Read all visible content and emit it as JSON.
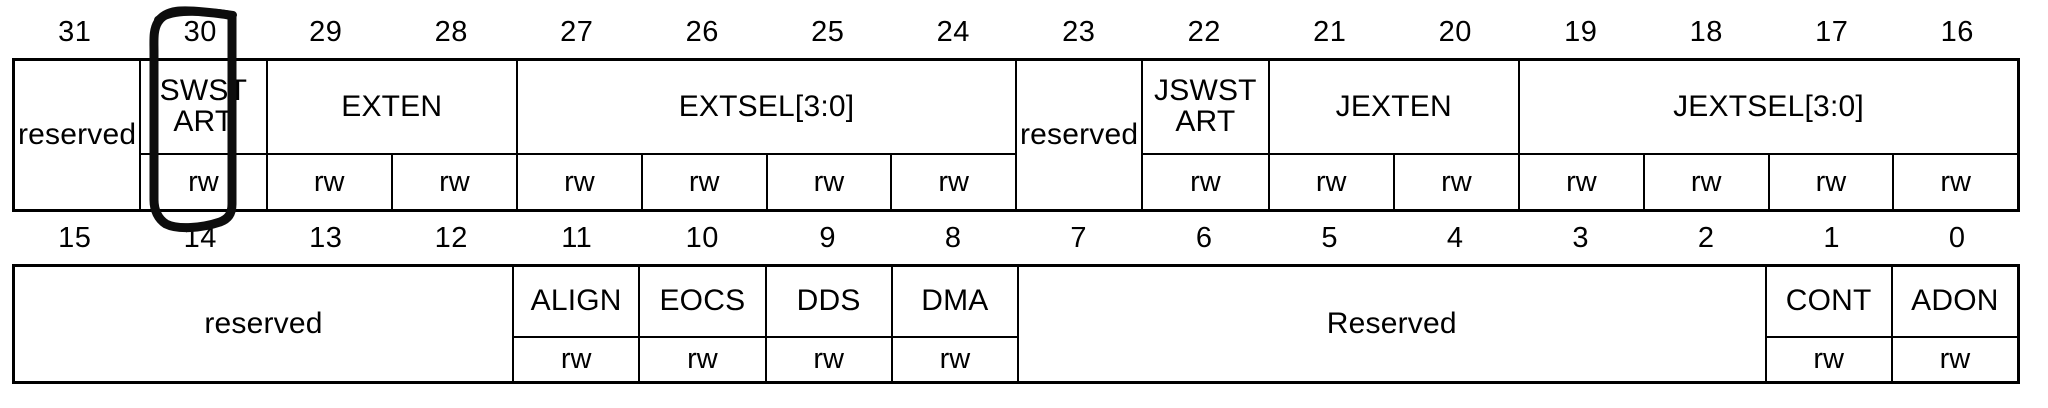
{
  "diagram": {
    "title": "ADC_CR2 register bit field diagram",
    "type": "register-bitfield",
    "bit_width": 32,
    "accent_color": "#000000",
    "background_color": "#ffffff"
  },
  "rows": [
    {
      "name": "high-half",
      "bit_labels": [
        "31",
        "30",
        "29",
        "28",
        "27",
        "26",
        "25",
        "24",
        "23",
        "22",
        "21",
        "20",
        "19",
        "18",
        "17",
        "16"
      ],
      "fields": [
        {
          "name": "reserved",
          "bits": [
            31,
            31
          ],
          "span": 1,
          "access": [],
          "full_height": true
        },
        {
          "name": "SWST\nART",
          "bits": [
            30,
            30
          ],
          "span": 1,
          "access": [
            "rw"
          ],
          "full_height": false
        },
        {
          "name": "EXTEN",
          "bits": [
            29,
            28
          ],
          "span": 2,
          "access": [
            "rw",
            "rw"
          ],
          "full_height": false
        },
        {
          "name": "EXTSEL[3:0]",
          "bits": [
            27,
            24
          ],
          "span": 4,
          "access": [
            "rw",
            "rw",
            "rw",
            "rw"
          ],
          "full_height": false
        },
        {
          "name": "reserved",
          "bits": [
            23,
            23
          ],
          "span": 1,
          "access": [],
          "full_height": true
        },
        {
          "name": "JSWST\nART",
          "bits": [
            22,
            22
          ],
          "span": 1,
          "access": [
            "rw"
          ],
          "full_height": false
        },
        {
          "name": "JEXTEN",
          "bits": [
            21,
            20
          ],
          "span": 2,
          "access": [
            "rw",
            "rw"
          ],
          "full_height": false
        },
        {
          "name": "JEXTSEL[3:0]",
          "bits": [
            19,
            16
          ],
          "span": 4,
          "access": [
            "rw",
            "rw",
            "rw",
            "rw"
          ],
          "full_height": false
        }
      ]
    },
    {
      "name": "low-half",
      "bit_labels": [
        "15",
        "14",
        "13",
        "12",
        "11",
        "10",
        "9",
        "8",
        "7",
        "6",
        "5",
        "4",
        "3",
        "2",
        "1",
        "0"
      ],
      "fields": [
        {
          "name": "reserved",
          "bits": [
            15,
            12
          ],
          "span": 4,
          "access": [],
          "full_height": true
        },
        {
          "name": "ALIGN",
          "bits": [
            11,
            11
          ],
          "span": 1,
          "access": [
            "rw"
          ],
          "full_height": false
        },
        {
          "name": "EOCS",
          "bits": [
            10,
            10
          ],
          "span": 1,
          "access": [
            "rw"
          ],
          "full_height": false
        },
        {
          "name": "DDS",
          "bits": [
            9,
            9
          ],
          "span": 1,
          "access": [
            "rw"
          ],
          "full_height": false
        },
        {
          "name": "DMA",
          "bits": [
            8,
            8
          ],
          "span": 1,
          "access": [
            "rw"
          ],
          "full_height": false
        },
        {
          "name": "Reserved",
          "bits": [
            7,
            2
          ],
          "span": 6,
          "access": [],
          "full_height": true
        },
        {
          "name": "CONT",
          "bits": [
            1,
            1
          ],
          "span": 1,
          "access": [
            "rw"
          ],
          "full_height": false
        },
        {
          "name": "ADON",
          "bits": [
            0,
            0
          ],
          "span": 1,
          "access": [
            "rw"
          ],
          "full_height": false
        }
      ]
    }
  ],
  "annotations": [
    {
      "name": "swstart-highlight",
      "shape": "hand-drawn-rectangle",
      "target_bit": 30,
      "target_field": "SWSTART",
      "color": "#000000"
    }
  ]
}
